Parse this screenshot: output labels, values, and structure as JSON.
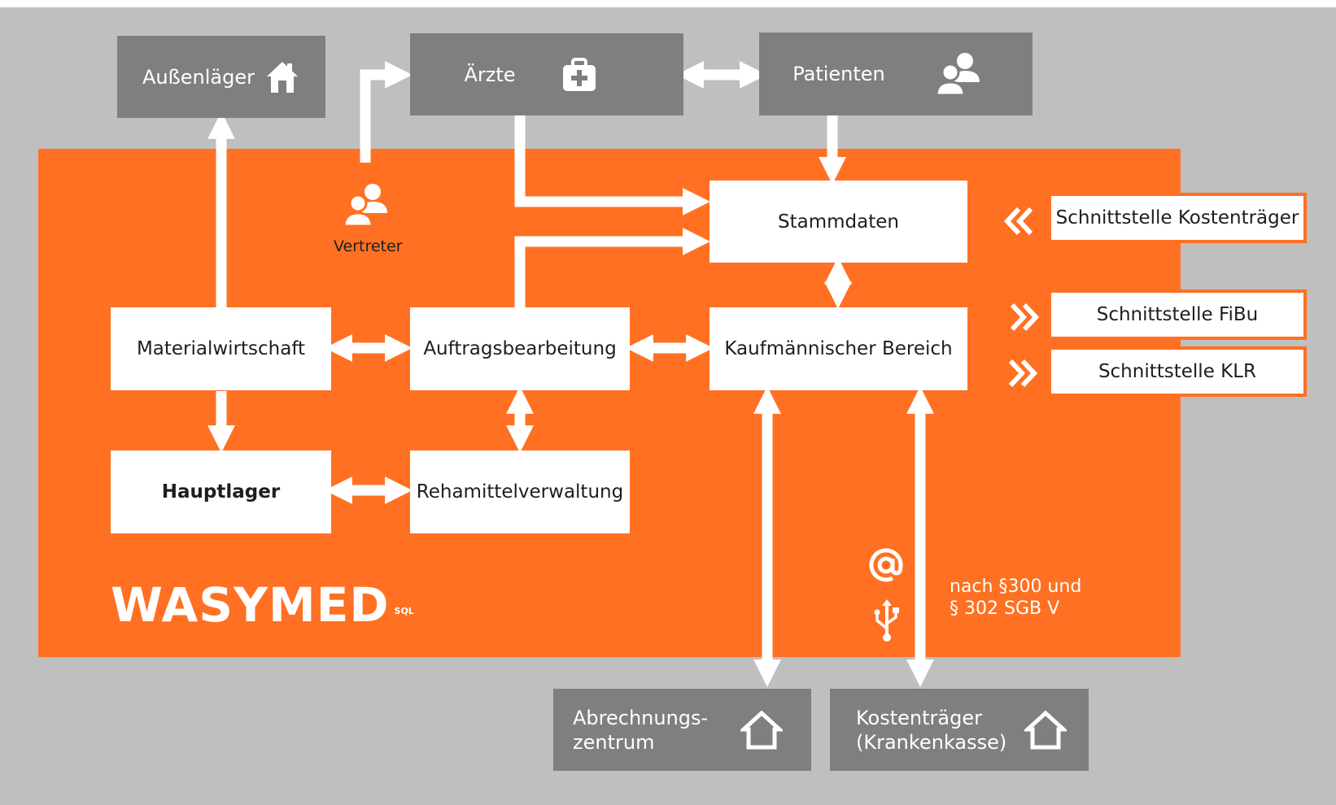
{
  "nodes": {
    "aussenlaeger": "Außenläger",
    "aerzte": "Ärzte",
    "patienten": "Patienten",
    "vertreter": "Vertreter",
    "stammdaten": "Stammdaten",
    "materialwirtschaft": "Materialwirtschaft",
    "auftragsbearbeitung": "Auftragsbearbeitung",
    "kaufmaennischer_bereich": "Kaufmännischer Bereich",
    "hauptlager": "Hauptlager",
    "rehamittelverwaltung": "Rehamittelverwaltung",
    "abrechnung_line1": "Abrechnungs-",
    "abrechnung_line2": "zentrum",
    "kostentraeger_line1": "Kostenträger",
    "kostentraeger_line2": "(Krankenkasse)"
  },
  "interfaces": {
    "kostentraeger": "Schnittstelle Kostenträger",
    "fibu": "Schnittstelle FiBu",
    "klr": "Schnittstelle KLR"
  },
  "note_line1": "nach §300 und",
  "note_line2": "§ 302 SGB V",
  "logo": {
    "text": "WASYMED",
    "sup": "SQL"
  },
  "colors": {
    "orange": "#ff7022",
    "grey_box": "#7f7f7f",
    "background": "#bfbfbf",
    "white": "#ffffff"
  },
  "icons": [
    "house-icon",
    "medical-bag-icon",
    "users-icon",
    "chevrons-left-icon",
    "chevrons-right-icon",
    "at-icon",
    "usb-icon"
  ]
}
